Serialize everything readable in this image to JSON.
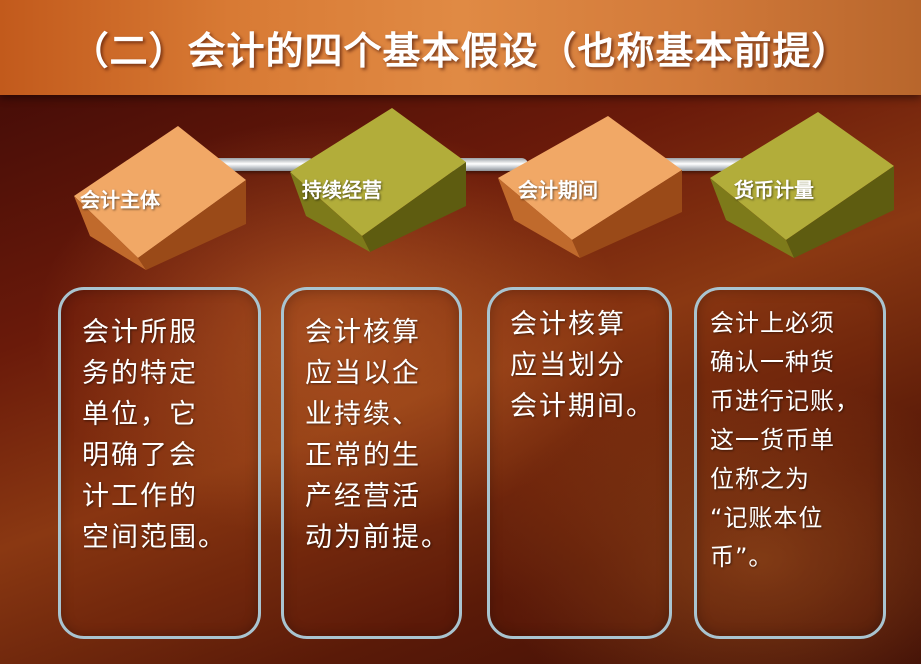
{
  "title": "（二）会计的四个基本假设（也称基本前提）",
  "assumptions": [
    {
      "label": "会计主体",
      "color": "#d98240",
      "description_lines": [
        "会计所服",
        "务的特定",
        "单位，它",
        "明确了会",
        "计工作的",
        "空间范围。"
      ]
    },
    {
      "label": "持续经营",
      "color": "#8f8e22",
      "description_lines": [
        "会计核算",
        "应当以企",
        "业持续、",
        "正常的生",
        "产经营活",
        "动为前提。"
      ]
    },
    {
      "label": "会计期间",
      "color": "#d98240",
      "description_lines": [
        "会计核算",
        "应当划分",
        "会计期间。"
      ]
    },
    {
      "label": "货币计量",
      "color": "#8f8e22",
      "description_lines": [
        "会计上必须",
        "确认一种货",
        "币进行记账，",
        "这一货币单",
        "位称之为",
        "“记账本位",
        "币”。"
      ]
    }
  ]
}
